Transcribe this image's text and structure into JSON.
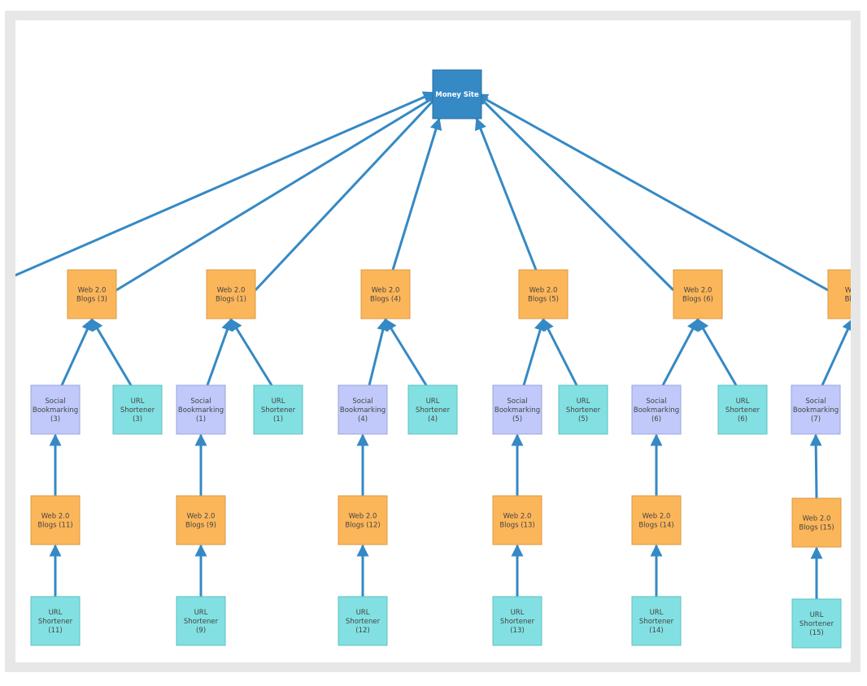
{
  "colors": {
    "money": "#3589c4",
    "money_border": "#2a6f9f",
    "web": "#fcb65a",
    "web_border": "#d99a40",
    "social": "#c0c9fa",
    "social_border": "#9aa5d8",
    "url": "#82e0e2",
    "url_border": "#5ec0c2",
    "edge": "#3589c4"
  },
  "root": {
    "lines": [
      "Money Site"
    ]
  },
  "columns": [
    {
      "web": [
        "Web 2.0",
        "Blogs (3)"
      ],
      "social": [
        "Social",
        "Bookmarking",
        "(3)"
      ],
      "shortener": [
        "URL",
        "Shortener",
        "(3)"
      ],
      "web2": [
        "Web 2.0",
        "Blogs (11)"
      ],
      "shortener2": [
        "URL",
        "Shortener",
        "(11)"
      ]
    },
    {
      "web": [
        "Web 2.0",
        "Blogs (1)"
      ],
      "social": [
        "Social",
        "Bookmarking",
        "(1)"
      ],
      "shortener": [
        "URL",
        "Shortener",
        "(1)"
      ],
      "web2": [
        "Web 2.0",
        "Blogs (9)"
      ],
      "shortener2": [
        "URL",
        "Shortener",
        "(9)"
      ]
    },
    {
      "web": [
        "Web 2.0",
        "Blogs (4)"
      ],
      "social": [
        "Social",
        "Bookmarking",
        "(4)"
      ],
      "shortener": [
        "URL",
        "Shortener",
        "(4)"
      ],
      "web2": [
        "Web 2.0",
        "Blogs (12)"
      ],
      "shortener2": [
        "URL",
        "Shortener",
        "(12)"
      ]
    },
    {
      "web": [
        "Web 2.0",
        "Blogs (5)"
      ],
      "social": [
        "Social",
        "Bookmarking",
        "(5)"
      ],
      "shortener": [
        "URL",
        "Shortener",
        "(5)"
      ],
      "web2": [
        "Web 2.0",
        "Blogs (13)"
      ],
      "shortener2": [
        "URL",
        "Shortener",
        "(13)"
      ]
    },
    {
      "web": [
        "Web 2.0",
        "Blogs (6)"
      ],
      "social": [
        "Social",
        "Bookmarking",
        "(6)"
      ],
      "shortener": [
        "URL",
        "Shortener",
        "(6)"
      ],
      "web2": [
        "Web 2.0",
        "Blogs (14)"
      ],
      "shortener2": [
        "URL",
        "Shortener",
        "(14)"
      ]
    },
    {
      "web": [
        "Web",
        "Blog"
      ],
      "social": [
        "Social",
        "Bookmarking",
        "(7)"
      ],
      "shortener": null,
      "web2": [
        "Web 2.0",
        "Blogs (15)"
      ],
      "shortener2": [
        "URL",
        "Shortener",
        "(15)"
      ]
    }
  ]
}
